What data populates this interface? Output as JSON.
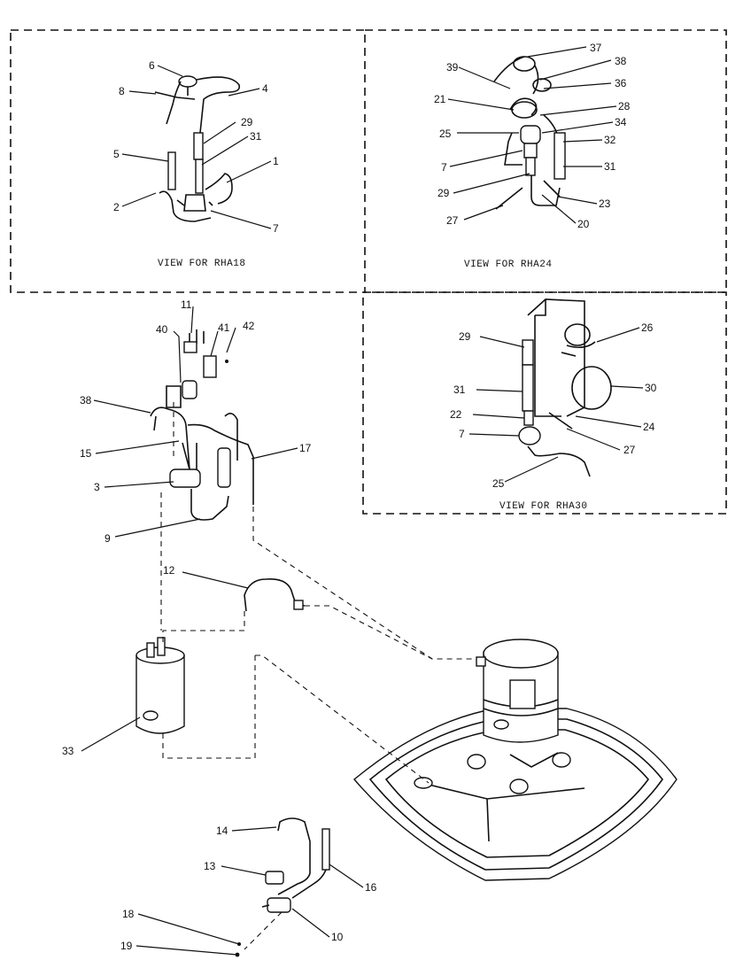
{
  "views": {
    "rha18": "VIEW FOR RHA18",
    "rha24": "VIEW FOR RHA24",
    "rha30": "VIEW FOR RHA30"
  },
  "callouts": {
    "a6": "6",
    "a8": "8",
    "a4": "4",
    "a29": "29",
    "a31": "31",
    "a5": "5",
    "a1": "1",
    "a2": "2",
    "a7": "7",
    "b37": "37",
    "b38": "38",
    "b39": "39",
    "b36": "36",
    "b21": "21",
    "b28": "28",
    "b25": "25",
    "b34": "34",
    "b32": "32",
    "b7": "7",
    "b31": "31",
    "b29": "29",
    "b23": "23",
    "b27": "27",
    "b20": "20",
    "c26": "26",
    "c29": "29",
    "c31": "31",
    "c30": "30",
    "c22": "22",
    "c24": "24",
    "c7": "7",
    "c27": "27",
    "c25": "25",
    "m11": "11",
    "m40": "40",
    "m41": "41",
    "m42": "42",
    "m38": "38",
    "m15": "15",
    "m17": "17",
    "m3": "3",
    "m9": "9",
    "m12": "12",
    "m33": "33",
    "m14": "14",
    "m13": "13",
    "m16": "16",
    "m18": "18",
    "m19": "19",
    "m10": "10"
  }
}
